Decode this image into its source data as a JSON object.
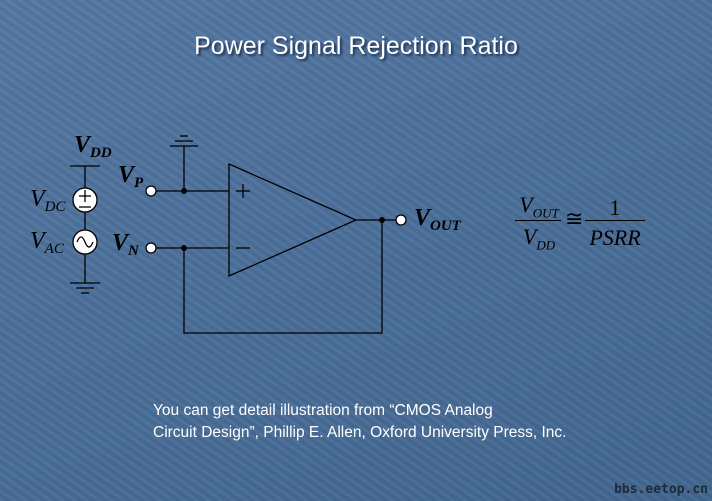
{
  "title": "Power Signal Rejection Ratio",
  "diagram": {
    "vdd": "V",
    "vdd_sub": "DD",
    "vdc": "V",
    "vdc_sub": "DC",
    "vac": "V",
    "vac_sub": "AC",
    "vp": "V",
    "vp_sub": "P",
    "vn": "V",
    "vn_sub": "N",
    "vout": "V",
    "vout_sub": "OUT",
    "plus": "+",
    "minus": "−"
  },
  "equation": {
    "num_v": "V",
    "num_sub": "OUT",
    "den_v": "V",
    "den_sub": "DD",
    "approx": "≅",
    "rhs_num": "1",
    "rhs_den": "PSRR"
  },
  "footer": {
    "line1": "You can get detail illustration from “CMOS Analog",
    "line2": "Circuit Design”, Phillip E. Allen, Oxford University Press, Inc."
  },
  "watermark": "bbs.eetop.cn"
}
